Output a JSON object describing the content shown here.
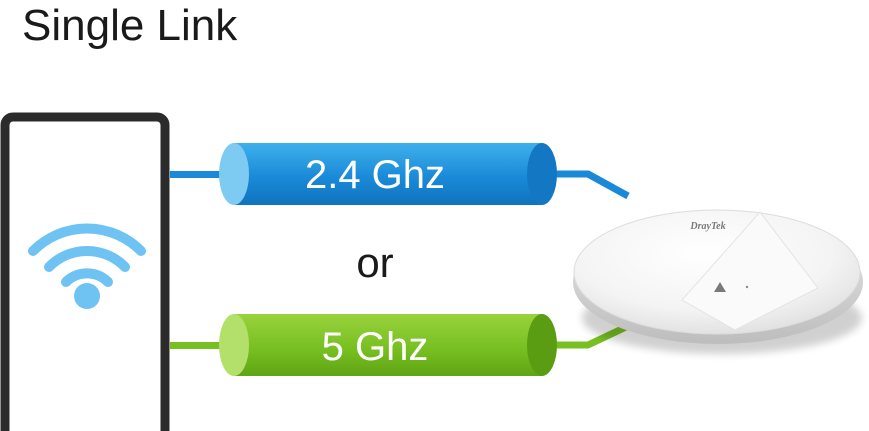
{
  "title": "Single Link",
  "links": [
    {
      "label": "2.4 Ghz",
      "color": "#1f8fd6"
    },
    {
      "label": "5 Ghz",
      "color": "#7cc224"
    }
  ],
  "separator": "or",
  "access_point": {
    "brand": "DrayTek",
    "icon": "access-point-icon"
  },
  "client_device": {
    "icon": "wifi-icon"
  }
}
